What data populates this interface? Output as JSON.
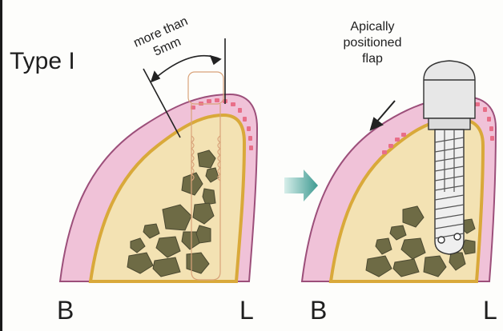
{
  "figure": {
    "type_label": "Type I",
    "measurement_label": [
      "more than",
      "5mm"
    ],
    "flap_label": [
      "Apically",
      "positioned",
      "flap"
    ],
    "left_panel": {
      "buccal_label": "B",
      "lingual_label": "L"
    },
    "right_panel": {
      "buccal_label": "B",
      "lingual_label": "L"
    }
  },
  "colors": {
    "gingiva": "#f0c2d8",
    "gingiva_outline": "#9c4f7a",
    "bone": "#f3e2b3",
    "bone_outline": "#d9a93a",
    "cancellous_blocks": "#6e6b45",
    "keratinized_tissue_dots": "#e86e88",
    "implant_metal": "#e7e7e7",
    "transition_arrow": "#3e9a91"
  }
}
